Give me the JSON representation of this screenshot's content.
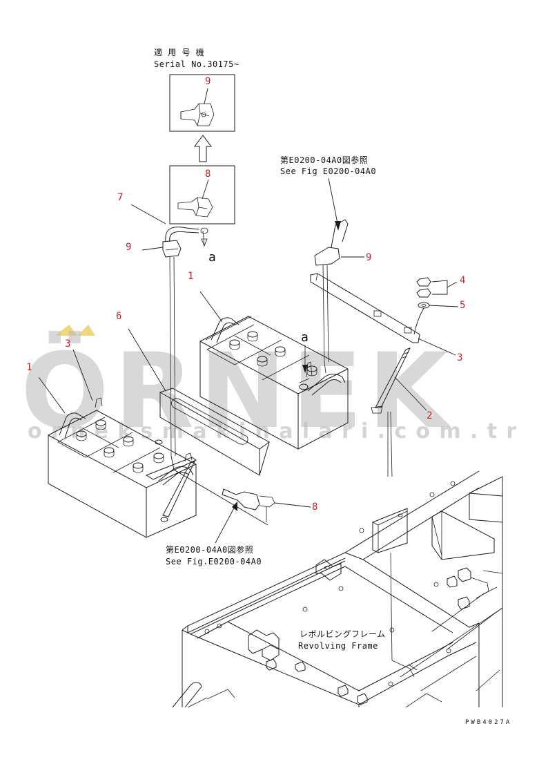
{
  "notes": {
    "serial_jp": "適 用 号 機",
    "serial_en": "Serial No.30175~",
    "see_fig_jp_top": "第E0200-04A0図参照",
    "see_fig_en_top": "See Fig E0200-04A0",
    "see_fig_jp_bottom": "第E0200-04A0図参照",
    "see_fig_en_bottom": "See Fig.E0200-04A0",
    "frame_jp": "レボルビングフレーム",
    "frame_en": "Revolving Frame",
    "drawing_code": "PWB4027A"
  },
  "letters": {
    "a_top": "a",
    "a_battery": "a"
  },
  "callouts": {
    "n1_left": "1",
    "n1_right": "1",
    "n2": "2",
    "n3_left": "3",
    "n3_right": "3",
    "n4": "4",
    "n5": "5",
    "n6": "6",
    "n7": "7",
    "n8_inset": "8",
    "n8_bottom": "8",
    "n9_inset": "9",
    "n9_left": "9",
    "n9_right": "9"
  },
  "watermark": {
    "brand": "ÖRNEK",
    "site": "orneksmakinalari.com.tr"
  },
  "colors": {
    "callout": "#c0282d",
    "line": "#1a1a1a",
    "watermark": "#b9b9b9",
    "watermark_accent": "#e6c84a"
  }
}
